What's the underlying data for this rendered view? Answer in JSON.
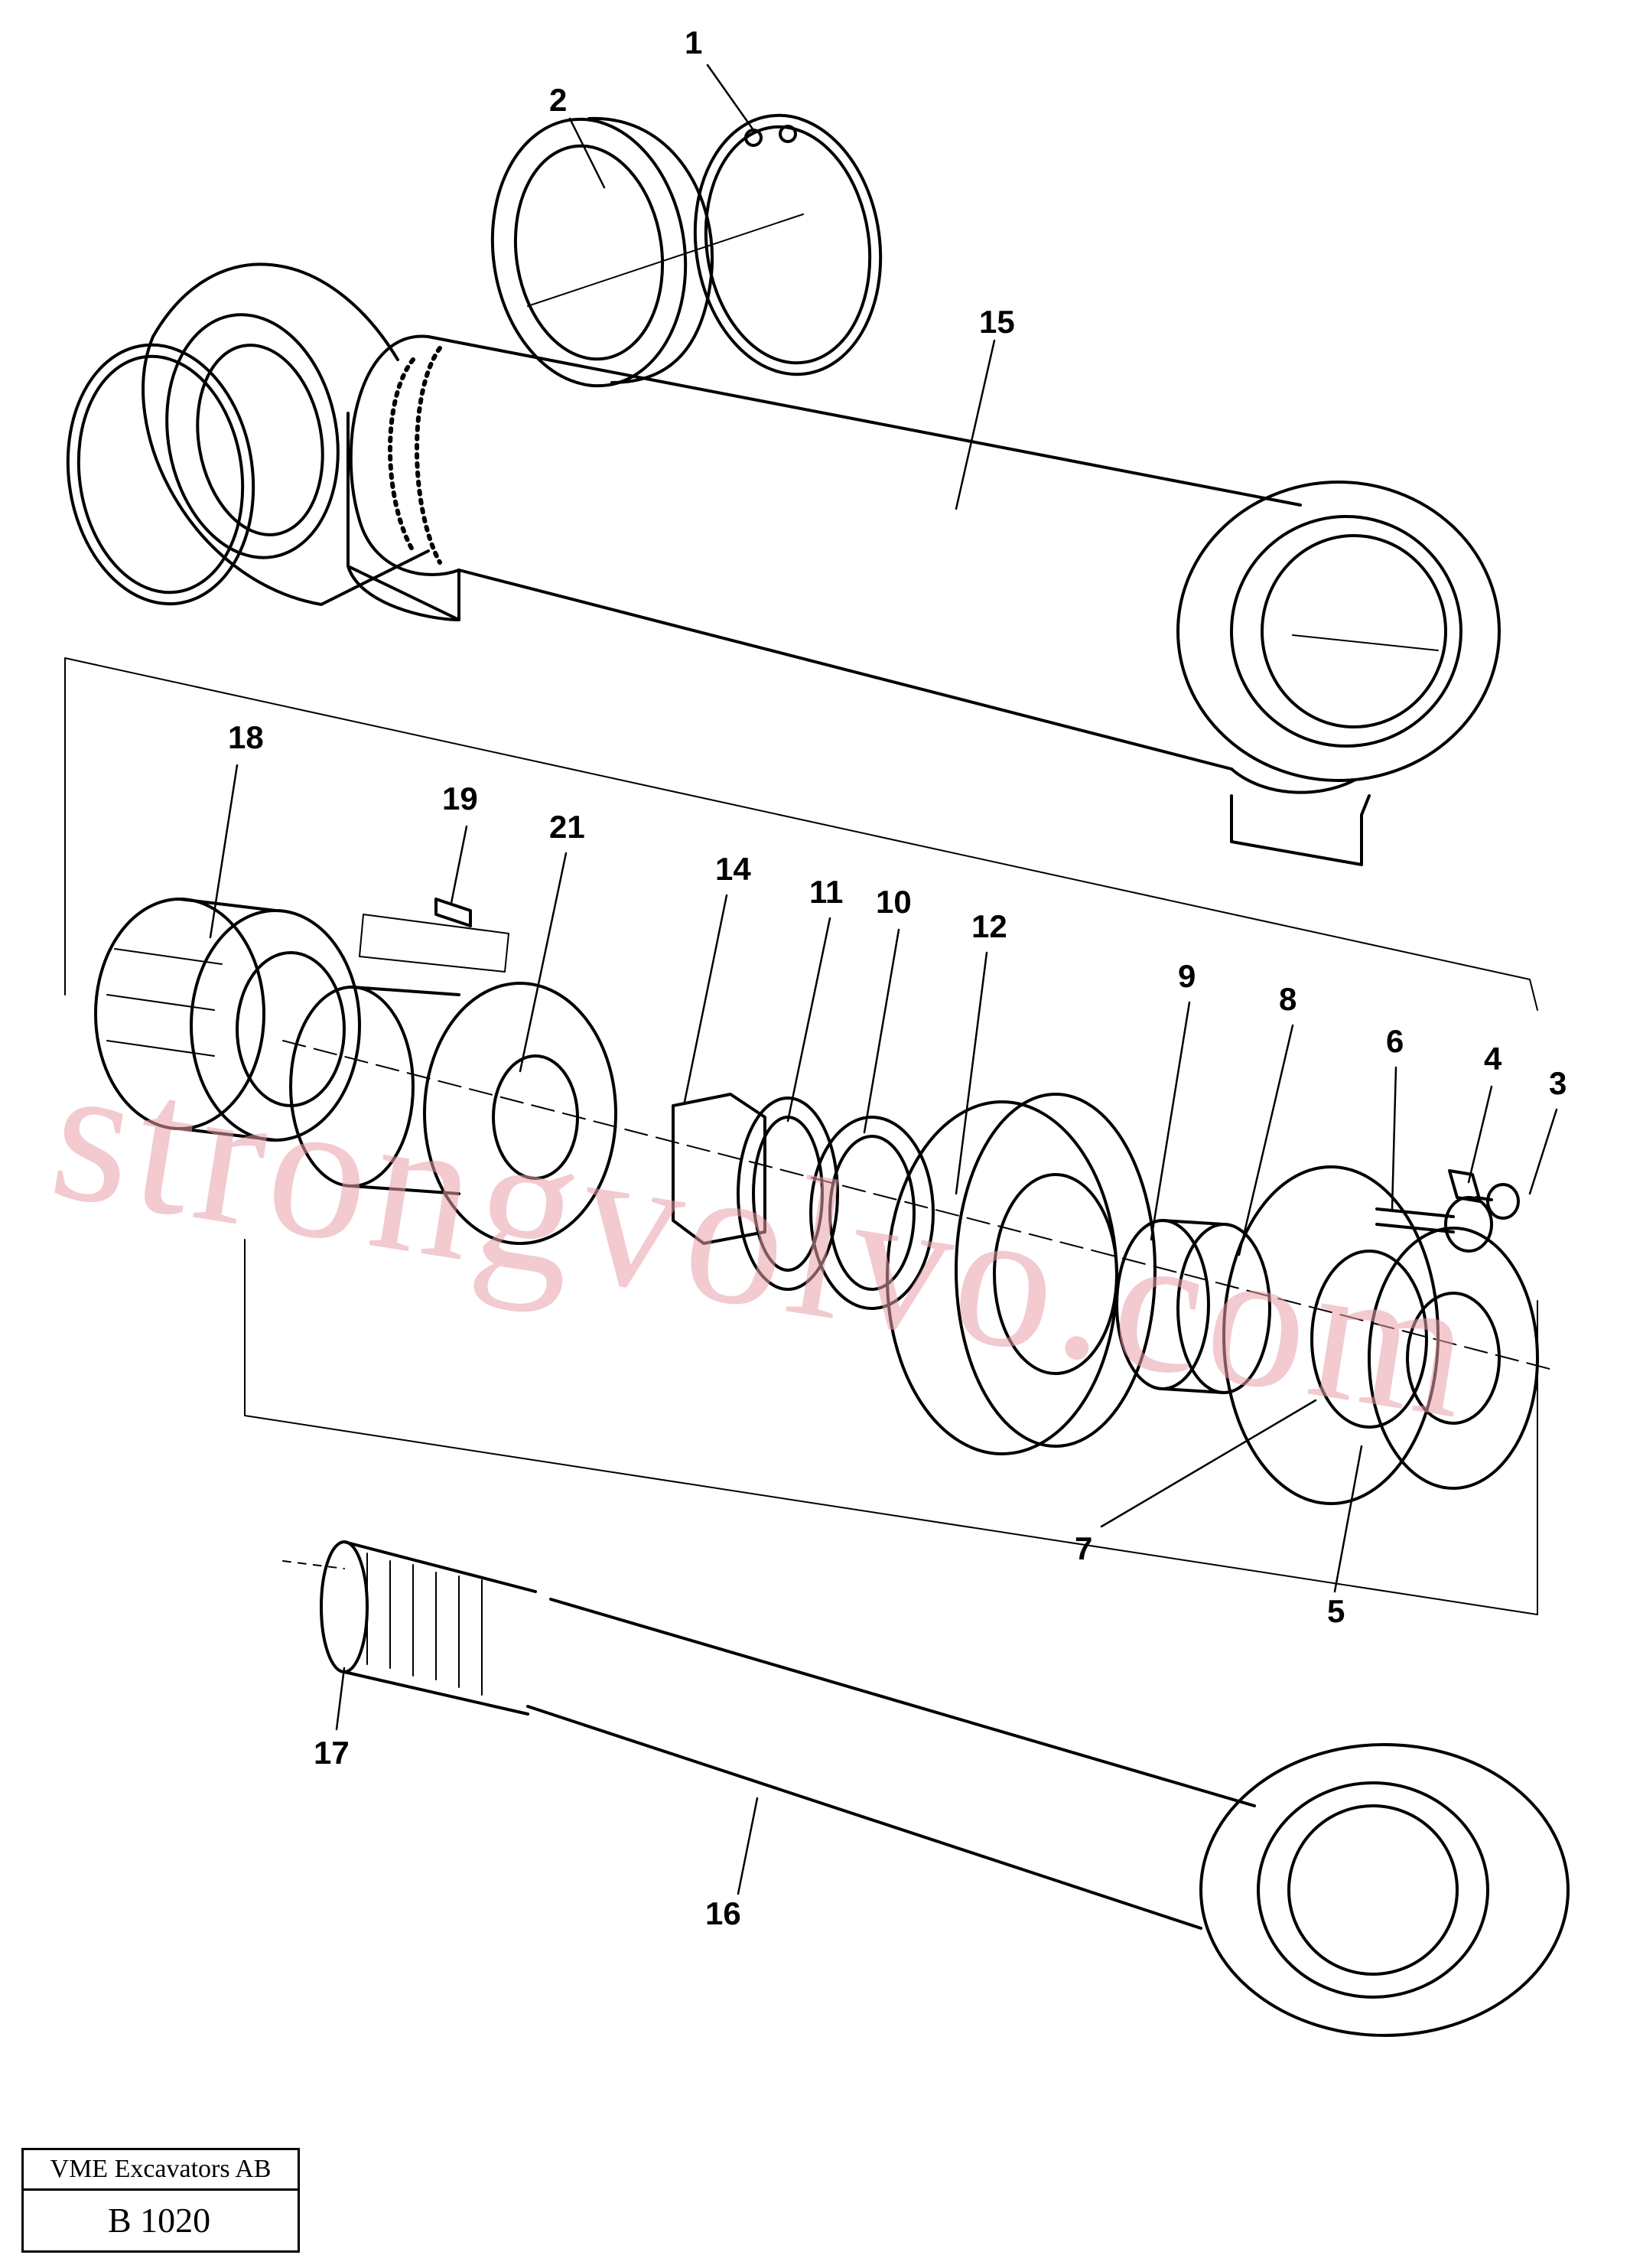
{
  "drawing": {
    "callouts": [
      "1",
      "2",
      "3",
      "4",
      "5",
      "6",
      "7",
      "8",
      "9",
      "10",
      "11",
      "12",
      "14",
      "15",
      "16",
      "17",
      "18",
      "19",
      "21"
    ]
  },
  "watermark": {
    "text": "strongvolvo.com",
    "color": "#e8a0a8"
  },
  "title_block": {
    "company": "VME Excavators AB",
    "code": "B 1020"
  }
}
